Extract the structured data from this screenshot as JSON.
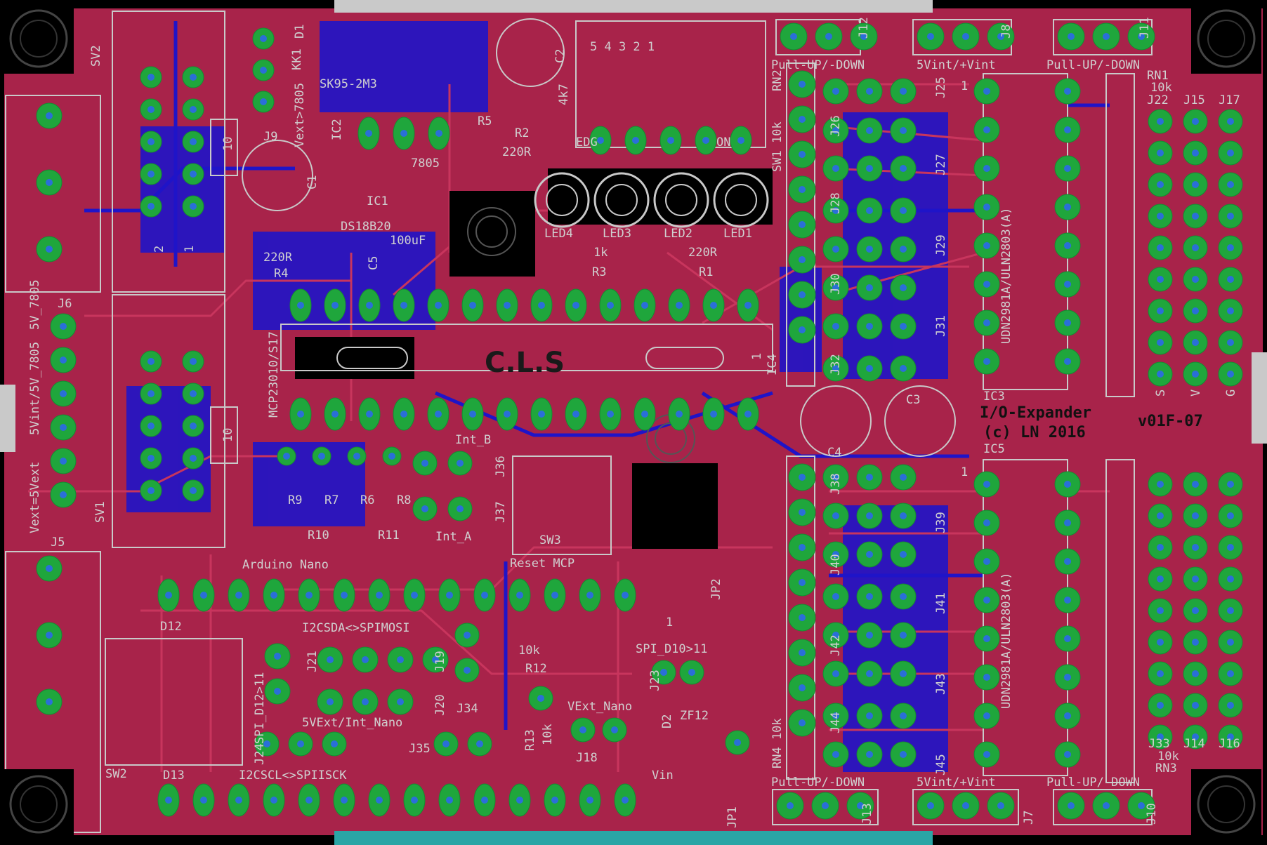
{
  "colors": {
    "background": "#000000",
    "board": "#a8234a",
    "top_copper": "#b52e52",
    "bottom_copper": "#1f14c8",
    "pad": "#1fa63c",
    "drill": "#2a6fd8",
    "silkscreen": "#c9c9c9",
    "connector": "#2aa5a5"
  },
  "labels": {
    "sv2": "SV2",
    "sv1": "SV1",
    "d1": "D1",
    "vext7805": "Vext>7805",
    "kk1": "KK1",
    "sk95": "SK95-2M3",
    "ic2": "IC2",
    "c2": "C2",
    "r5": "R5",
    "r5v": "4k7",
    "r2": "R2",
    "r2v": "220R",
    "ic2v": "7805",
    "j9": "J9",
    "c1": "C1",
    "ic1": "IC1",
    "ds18b20": "DS18B20",
    "led4": "LED4",
    "led3": "LED3",
    "led2": "LED2",
    "led1": "LED1",
    "r3v": "1k",
    "r3": "R3",
    "r1v": "220R",
    "r1": "R1",
    "r4v": "220R",
    "r4": "R4",
    "c5": "C5",
    "c5v": "100uF",
    "sw_nums": "5 4 3 2 1",
    "edg": "EDG",
    "on": "ON",
    "j12": "J12",
    "j8": "J8",
    "j11": "J11",
    "pullup1": "Pull-UP/-DOWN",
    "vint1": "5Vint/+Vint",
    "pullup2": "Pull-UP/-DOWN",
    "rn2": "RN2",
    "sw1_10k": "SW1 10k",
    "rn1": "RN1",
    "rn1v": "10k",
    "j22": "J22",
    "j15": "J15",
    "j17": "J17",
    "j25": "J25",
    "j26": "J26",
    "j27": "J27",
    "j28": "J28",
    "j29": "J29",
    "j30": "J30",
    "j31": "J31",
    "j32": "J32",
    "uln1": "UDN2981A/ULN2803(A)",
    "ic3": "IC3",
    "ic4": "IC4",
    "mcp": "MCP23010/S17",
    "cls": "C.L.S",
    "j6": "J6",
    "vsel1": "5V_7805",
    "vsel2": "5Vint/5V_7805",
    "vsel3": "Vext=5Vext",
    "j5": "J5",
    "intb": "Int_B",
    "inta": "Int_A",
    "j36": "J36",
    "j37": "J37",
    "r9": "R9",
    "r7": "R7",
    "r6": "R6",
    "r8": "R8",
    "r10": "R10",
    "r11": "R11",
    "res4k7": "4k7",
    "res10k": "10k",
    "sw3": "SW3",
    "reset": "Reset MCP",
    "c4": "C4",
    "c3": "C3",
    "ioexp": "I/O-Expander",
    "ln2016": "(c) LN 2016",
    "ver": "v01F-07",
    "ic5": "IC5",
    "s1": "S",
    "v1": "V",
    "g1": "G",
    "arduino": "Arduino Nano",
    "jp2": "JP2",
    "jp1": "JP1",
    "d12": "D12",
    "d13": "D13",
    "sw2": "SW2",
    "i2csda": "I2CSDA<>SPIMOSI",
    "i2cscl": "I2CSCL<>SPIISCK",
    "j21": "J21",
    "j19": "J19",
    "j20": "J20",
    "j34": "J34",
    "j24": "J24",
    "j35": "J35",
    "j23": "J23",
    "spid12": "SPI_D12>11",
    "spid10": "SPI_D10>11",
    "r12": "R12",
    "r12v": "10k",
    "r13": "R13",
    "r13v": "10k",
    "nano5v": "5VExt/Int_Nano",
    "vext_nano": "VExt_Nano",
    "j18": "J18",
    "d2": "D2",
    "zf12": "ZF12",
    "vin": "Vin",
    "j38": "J38",
    "j39": "J39",
    "j40": "J40",
    "j41": "J41",
    "j42": "J42",
    "j43": "J43",
    "j44": "J44",
    "j45": "J45",
    "uln2": "UDN2981A/ULN2803(A)",
    "rn4": "RN4 10k",
    "rn3": "RN3",
    "rn3v": "10k",
    "j33": "J33",
    "j14": "J14",
    "j16": "J16",
    "j13": "J13",
    "j7": "J7",
    "j10": "J10",
    "pullup3": "Pull-UP/-DOWN",
    "vint2": "5Vint/+Vint",
    "pullup4": "Pull-UP/-DOWN",
    "one": "1",
    "two": "2",
    "ten": "10"
  }
}
